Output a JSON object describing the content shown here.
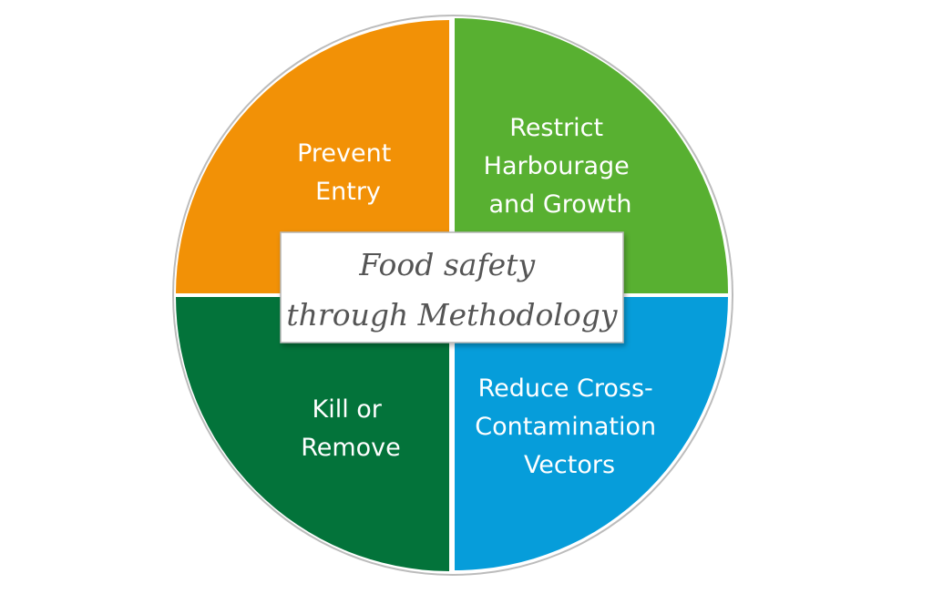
{
  "center": {
    "lines": [
      "Food safety",
      "through Methodology"
    ]
  },
  "quadrants": [
    {
      "id": "top-left",
      "lines": [
        "Prevent",
        "Entry"
      ],
      "color": "#f29106"
    },
    {
      "id": "top-right",
      "lines": [
        "Restrict",
        "Harbourage",
        "and Growth"
      ],
      "color": "#58b031"
    },
    {
      "id": "bottom-left",
      "lines": [
        "Kill or",
        "Remove"
      ],
      "color": "#03733a"
    },
    {
      "id": "bottom-right",
      "lines": [
        "Reduce Cross-",
        "Contamination",
        "Vectors"
      ],
      "color": "#069dda"
    }
  ],
  "colors": {
    "circle_border": "#bcbcbc",
    "divider": "#ffffff",
    "center_box_fill": "#ffffff",
    "center_box_border": "#b5b5b5",
    "center_text": "#555555"
  }
}
